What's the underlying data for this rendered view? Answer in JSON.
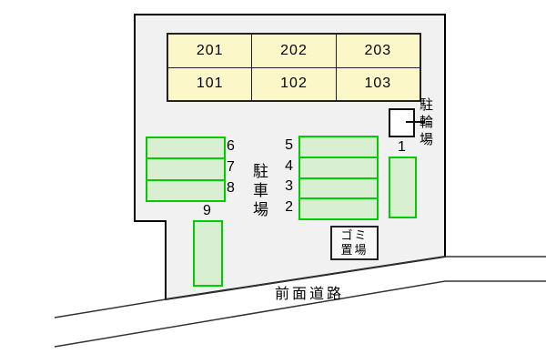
{
  "site_plan": {
    "building": {
      "cells": [
        "201",
        "202",
        "203",
        "101",
        "102",
        "103"
      ]
    },
    "parking": {
      "area_label": "駐車場",
      "labels": {
        "s1": "1",
        "s2": "2",
        "s3": "3",
        "s4": "4",
        "s5": "5",
        "s6": "6",
        "s7": "7",
        "s8": "8",
        "s9": "9"
      }
    },
    "bicycle": {
      "label": "駐輪場"
    },
    "garbage": {
      "line1": "ゴミ",
      "line2": "置場"
    },
    "road": {
      "label": "前面道路"
    },
    "colors": {
      "property_fill": "#f1f1f1",
      "outline": "#000000",
      "road_line": "#333333",
      "building_fill": "#fbf7c8",
      "building_border": "#222222",
      "parking_fill": "#d9efd2",
      "parking_border": "#00cc00"
    }
  }
}
